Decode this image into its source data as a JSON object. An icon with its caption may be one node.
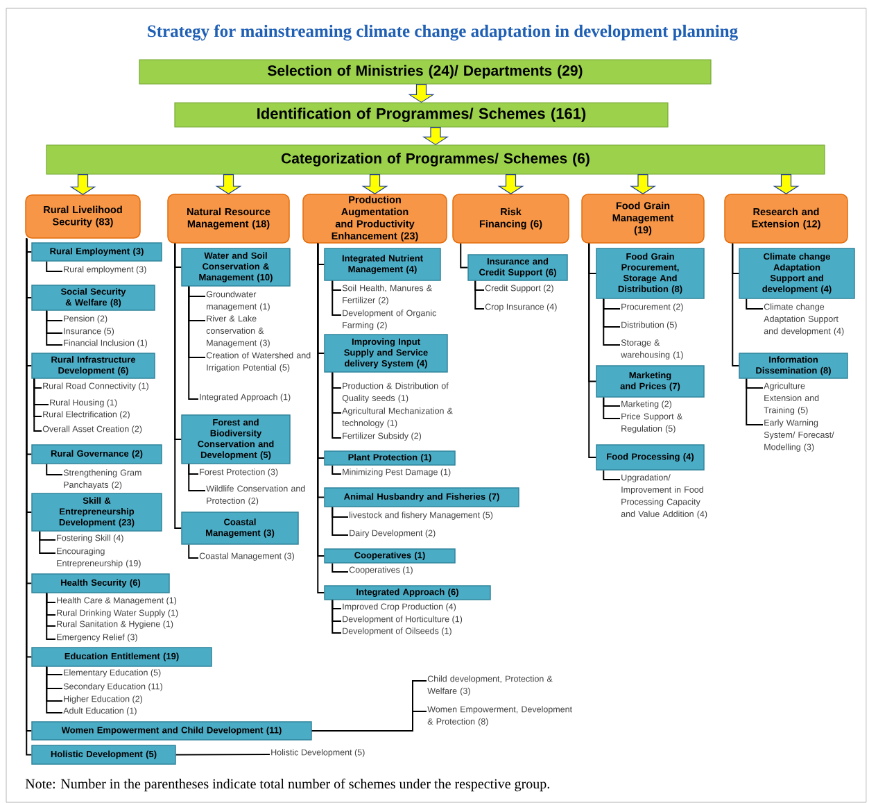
{
  "diagram": {
    "title": "Strategy for mainstreaming climate change adaptation in development planning",
    "caption": "Note: Number in the parentheses indicate total number of schemes under the respective group.",
    "nodes": [
      {
        "text": [
          "Selection of Ministries (24)/ Departments (29)"
        ]
      },
      {
        "text": [
          "Identification of Programmes/ Schemes (161)"
        ]
      },
      {
        "text": [
          "Categorization of Programmes/ Schemes (6)"
        ]
      },
      {
        "text": [
          "Rural Livelihood Security (83)"
        ]
      },
      {
        "text": [
          "Natural Resource Management (18)"
        ]
      },
      {
        "text": [
          "Production Augmentation and Productivity Enhancement (23)"
        ]
      },
      {
        "text": [
          "Risk Financing (6)"
        ]
      },
      {
        "text": [
          "Food Grain Management (19)"
        ]
      },
      {
        "text": [
          "Research and Extension (12)"
        ]
      },
      {
        "text": [
          "Rural Employment (3)"
        ]
      },
      {
        "text": [
          "Rural employment (3)"
        ]
      },
      {
        "text": [
          "Social Security & Welfare (8)"
        ]
      },
      {
        "text": [
          "Pension (2)"
        ]
      },
      {
        "text": [
          "Insurance (5)"
        ]
      },
      {
        "text": [
          "Financial Inclusion (1)"
        ]
      },
      {
        "text": [
          "Rural Infrastructure Development (6)"
        ]
      },
      {
        "text": [
          "Rural Road Connectivity (1)"
        ]
      },
      {
        "text": [
          "Rural Housing (1)"
        ]
      },
      {
        "text": [
          "Rural Electrification (2)"
        ]
      },
      {
        "text": [
          "Overall Asset Creation (2)"
        ]
      },
      {
        "text": [
          "Rural Governance (2)"
        ]
      },
      {
        "text": [
          "Strengthening Gram Panchayats (2)"
        ]
      },
      {
        "text": [
          "Skill & Entrepreneurship Development (23)"
        ]
      },
      {
        "text": [
          "Fostering Skill (4)"
        ]
      },
      {
        "text": [
          "Encouraging Entrepreneurship (19)"
        ]
      },
      {
        "text": [
          "Health Security (6)"
        ]
      },
      {
        "text": [
          "Health Care & Management (1)"
        ]
      },
      {
        "text": [
          "Rural Drinking Water Supply (1)"
        ]
      },
      {
        "text": [
          "Rural Sanitation & Hygiene (1)"
        ]
      },
      {
        "text": [
          "Emergency Relief (3)"
        ]
      },
      {
        "text": [
          "Education Entitlement (19)"
        ]
      },
      {
        "text": [
          "Elementary Education (5)"
        ]
      },
      {
        "text": [
          "Secondary Education (11)"
        ]
      },
      {
        "text": [
          "Higher Education (2)"
        ]
      },
      {
        "text": [
          "Adult Education (1)"
        ]
      },
      {
        "text": [
          "Women Empowerment and Child Development (11)"
        ]
      },
      {
        "text": [
          "Child development, Protection & Welfare (3)"
        ]
      },
      {
        "text": [
          "Women Empowerment, Development & Protection (8)"
        ]
      },
      {
        "text": [
          "Holistic Development (5)"
        ]
      },
      {
        "text": [
          "Holistic Development (5)"
        ]
      },
      {
        "text": [
          "Water and Soil Conservation & Management (10)"
        ]
      },
      {
        "text": [
          "Groundwater management (1)"
        ]
      },
      {
        "text": [
          "River & Lake conservation & Management (3)"
        ]
      },
      {
        "text": [
          "Creation of Watershed and Irrigation Potential (5)"
        ]
      },
      {
        "text": [
          "Integrated Approach (1)"
        ]
      },
      {
        "text": [
          "Forest and Biodiversity Conservation and Development (5)"
        ]
      },
      {
        "text": [
          "Forest Protection (3)"
        ]
      },
      {
        "text": [
          "Wildlife Conservation and Protection (2)"
        ]
      },
      {
        "text": [
          "Coastal Management (3)"
        ]
      },
      {
        "text": [
          "Coastal Management (3)"
        ]
      },
      {
        "text": [
          "Integrated Nutrient Management (4)"
        ]
      },
      {
        "text": [
          "Soil Health, Manures & Fertilizer (2)"
        ]
      },
      {
        "text": [
          "Development of Organic Farming (2)"
        ]
      },
      {
        "text": [
          "Improving Input Supply and Service delivery System (4)"
        ]
      },
      {
        "text": [
          "Production & Distribution of Quality seeds (1)"
        ]
      },
      {
        "text": [
          "Agricultural Mechanization & technology (1)"
        ]
      },
      {
        "text": [
          "Fertilizer Subsidy (2)"
        ]
      },
      {
        "text": [
          "Plant Protection (1)"
        ]
      },
      {
        "text": [
          "Minimizing Pest Damage (1)"
        ]
      },
      {
        "text": [
          "Animal Husbandry and Fisheries (7)"
        ]
      },
      {
        "text": [
          "livestock and fishery Management (5)"
        ]
      },
      {
        "text": [
          "Dairy Development (2)"
        ]
      },
      {
        "text": [
          "Cooperatives (1)"
        ]
      },
      {
        "text": [
          "Cooperatives (1)"
        ]
      },
      {
        "text": [
          "Integrated Approach (6)"
        ]
      },
      {
        "text": [
          "Improved Crop Production (4)"
        ]
      },
      {
        "text": [
          "Development of Horticulture (1)"
        ]
      },
      {
        "text": [
          "Development of Oilseeds (1)"
        ]
      },
      {
        "text": [
          "Insurance and Credit Support (6)"
        ]
      },
      {
        "text": [
          "Credit Support (2)"
        ]
      },
      {
        "text": [
          "Crop Insurance (4)"
        ]
      },
      {
        "text": [
          "Food Grain Procurement, Storage And Distribution (8)"
        ]
      },
      {
        "text": [
          "Procurement (2)"
        ]
      },
      {
        "text": [
          "Distribution (5)"
        ]
      },
      {
        "text": [
          "Storage & warehousing (1)"
        ]
      },
      {
        "text": [
          "Marketing and Prices (7)"
        ]
      },
      {
        "text": [
          "Marketing (2)"
        ]
      },
      {
        "text": [
          "Price Support & Regulation (5)"
        ]
      },
      {
        "text": [
          "Food Processing (4)"
        ]
      },
      {
        "text": [
          "Upgradation/ Improvement in Food Processing Capacity and Value Addition (4)"
        ]
      },
      {
        "text": [
          "Climate change Adaptation Support and development (4)"
        ]
      },
      {
        "text": [
          "Climate change Adaptation Support and development (4)"
        ]
      },
      {
        "text": [
          "Information Dissemination (8)"
        ]
      },
      {
        "text": [
          "Agriculture Extension and Training (5)"
        ]
      },
      {
        "text": [
          "Early Warning System/ Forecast/ Modelling (3)"
        ]
      }
    ],
    "edges": [
      {
        "from": 0,
        "to": 1,
        "arrow": "to",
        "style": "thick",
        "color": "#ffff00"
      },
      {
        "from": 1,
        "to": 2,
        "arrow": "to",
        "style": "thick",
        "color": "#ffff00"
      },
      {
        "from": 2,
        "to": 3,
        "arrow": "to",
        "style": "thick",
        "color": "#ffff00"
      },
      {
        "from": 2,
        "to": 4,
        "arrow": "to",
        "style": "thick",
        "color": "#ffff00"
      },
      {
        "from": 2,
        "to": 5,
        "arrow": "to",
        "style": "thick",
        "color": "#ffff00"
      },
      {
        "from": 2,
        "to": 6,
        "arrow": "to",
        "style": "thick",
        "color": "#ffff00"
      },
      {
        "from": 2,
        "to": 7,
        "arrow": "to",
        "style": "thick",
        "color": "#ffff00"
      },
      {
        "from": 2,
        "to": 8,
        "arrow": "to",
        "style": "thick",
        "color": "#ffff00"
      },
      {
        "from": 3,
        "to": 9,
        "arrow": "none"
      },
      {
        "from": 3,
        "to": 11,
        "arrow": "none"
      },
      {
        "from": 3,
        "to": 15,
        "arrow": "none"
      },
      {
        "from": 3,
        "to": 20,
        "arrow": "none"
      },
      {
        "from": 3,
        "to": 22,
        "arrow": "none"
      },
      {
        "from": 3,
        "to": 25,
        "arrow": "none"
      },
      {
        "from": 3,
        "to": 30,
        "arrow": "none"
      },
      {
        "from": 3,
        "to": 35,
        "arrow": "none"
      },
      {
        "from": 3,
        "to": 38,
        "arrow": "none"
      },
      {
        "from": 9,
        "to": 10,
        "arrow": "none"
      },
      {
        "from": 11,
        "to": 12,
        "arrow": "none"
      },
      {
        "from": 11,
        "to": 13,
        "arrow": "none"
      },
      {
        "from": 11,
        "to": 14,
        "arrow": "none"
      },
      {
        "from": 15,
        "to": 16,
        "arrow": "none"
      },
      {
        "from": 15,
        "to": 17,
        "arrow": "none"
      },
      {
        "from": 15,
        "to": 18,
        "arrow": "none"
      },
      {
        "from": 15,
        "to": 19,
        "arrow": "none"
      },
      {
        "from": 20,
        "to": 21,
        "arrow": "none"
      },
      {
        "from": 22,
        "to": 23,
        "arrow": "none"
      },
      {
        "from": 22,
        "to": 24,
        "arrow": "none"
      },
      {
        "from": 25,
        "to": 26,
        "arrow": "none"
      },
      {
        "from": 25,
        "to": 27,
        "arrow": "none"
      },
      {
        "from": 25,
        "to": 28,
        "arrow": "none"
      },
      {
        "from": 25,
        "to": 29,
        "arrow": "none"
      },
      {
        "from": 30,
        "to": 31,
        "arrow": "none"
      },
      {
        "from": 30,
        "to": 32,
        "arrow": "none"
      },
      {
        "from": 30,
        "to": 33,
        "arrow": "none"
      },
      {
        "from": 30,
        "to": 34,
        "arrow": "none"
      },
      {
        "from": 35,
        "to": 36,
        "arrow": "none"
      },
      {
        "from": 35,
        "to": 37,
        "arrow": "none"
      },
      {
        "from": 38,
        "to": 39,
        "arrow": "none"
      },
      {
        "from": 4,
        "to": 40,
        "arrow": "none"
      },
      {
        "from": 4,
        "to": 45,
        "arrow": "none"
      },
      {
        "from": 4,
        "to": 48,
        "arrow": "none"
      },
      {
        "from": 40,
        "to": 41,
        "arrow": "none"
      },
      {
        "from": 40,
        "to": 42,
        "arrow": "none"
      },
      {
        "from": 40,
        "to": 43,
        "arrow": "none"
      },
      {
        "from": 40,
        "to": 44,
        "arrow": "none"
      },
      {
        "from": 45,
        "to": 46,
        "arrow": "none"
      },
      {
        "from": 45,
        "to": 47,
        "arrow": "none"
      },
      {
        "from": 48,
        "to": 49,
        "arrow": "none"
      },
      {
        "from": 5,
        "to": 50,
        "arrow": "none"
      },
      {
        "from": 5,
        "to": 53,
        "arrow": "none"
      },
      {
        "from": 5,
        "to": 57,
        "arrow": "none"
      },
      {
        "from": 5,
        "to": 59,
        "arrow": "none"
      },
      {
        "from": 5,
        "to": 62,
        "arrow": "none"
      },
      {
        "from": 5,
        "to": 64,
        "arrow": "none"
      },
      {
        "from": 50,
        "to": 51,
        "arrow": "none"
      },
      {
        "from": 50,
        "to": 52,
        "arrow": "none"
      },
      {
        "from": 53,
        "to": 54,
        "arrow": "none"
      },
      {
        "from": 53,
        "to": 55,
        "arrow": "none"
      },
      {
        "from": 53,
        "to": 56,
        "arrow": "none"
      },
      {
        "from": 57,
        "to": 58,
        "arrow": "none"
      },
      {
        "from": 59,
        "to": 60,
        "arrow": "none"
      },
      {
        "from": 59,
        "to": 61,
        "arrow": "none"
      },
      {
        "from": 62,
        "to": 63,
        "arrow": "none"
      },
      {
        "from": 64,
        "to": 65,
        "arrow": "none"
      },
      {
        "from": 64,
        "to": 66,
        "arrow": "none"
      },
      {
        "from": 64,
        "to": 67,
        "arrow": "none"
      },
      {
        "from": 6,
        "to": 68,
        "arrow": "none"
      },
      {
        "from": 68,
        "to": 69,
        "arrow": "none"
      },
      {
        "from": 68,
        "to": 70,
        "arrow": "none"
      },
      {
        "from": 7,
        "to": 71,
        "arrow": "none"
      },
      {
        "from": 7,
        "to": 75,
        "arrow": "none"
      },
      {
        "from": 7,
        "to": 78,
        "arrow": "none"
      },
      {
        "from": 71,
        "to": 72,
        "arrow": "none"
      },
      {
        "from": 71,
        "to": 73,
        "arrow": "none"
      },
      {
        "from": 71,
        "to": 74,
        "arrow": "none"
      },
      {
        "from": 75,
        "to": 76,
        "arrow": "none"
      },
      {
        "from": 75,
        "to": 77,
        "arrow": "none"
      },
      {
        "from": 78,
        "to": 79,
        "arrow": "none"
      },
      {
        "from": 8,
        "to": 80,
        "arrow": "none"
      },
      {
        "from": 8,
        "to": 82,
        "arrow": "none"
      },
      {
        "from": 80,
        "to": 81,
        "arrow": "none"
      },
      {
        "from": 82,
        "to": 83,
        "arrow": "none"
      },
      {
        "from": 82,
        "to": 84,
        "arrow": "none"
      }
    ]
  }
}
